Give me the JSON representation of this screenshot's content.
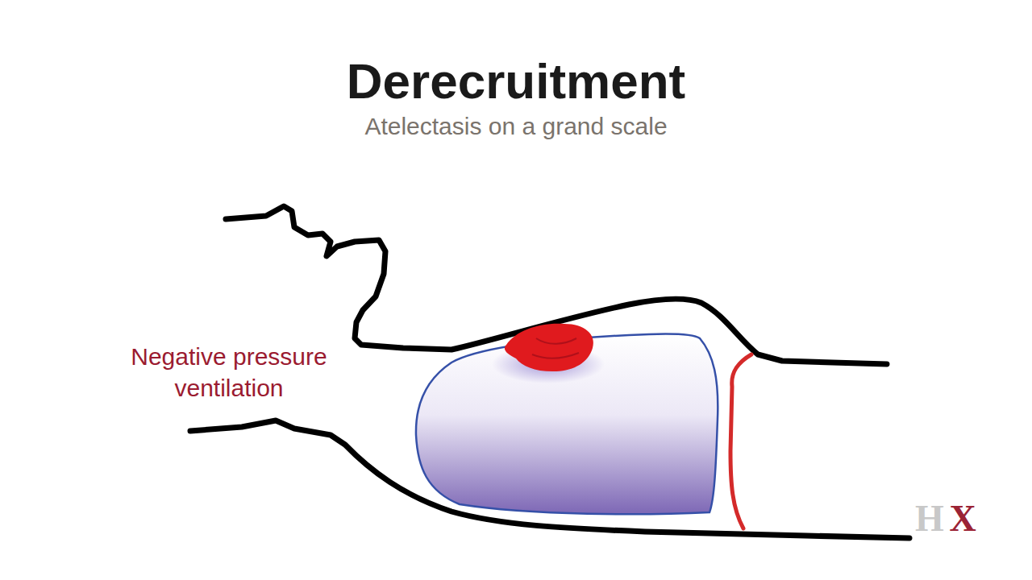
{
  "diagram": {
    "title": "Derecruitment",
    "labels": [
      "Atelectasis on a grand scale",
      "Negative pressure ventilation",
      "H",
      "X"
    ]
  }
}
